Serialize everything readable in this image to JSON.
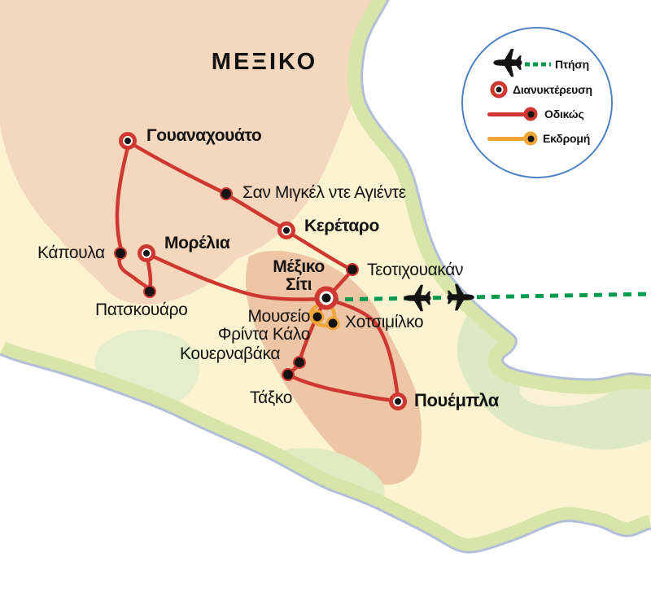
{
  "title": "ΜΕΞΙΚΟ",
  "legend": {
    "flight": "Πτήση",
    "overnight": "Διανυκτέρευση",
    "road": "Οδικώς",
    "excursion": "Εκδρομή"
  },
  "colors": {
    "route_red": "#cf3830",
    "excursion_orange": "#f1a63a",
    "flight_green": "#009a4d",
    "coastline_blue": "#b3bfd9",
    "legend_border_blue": "#4d82c4"
  },
  "places": {
    "guanajuato": {
      "label": "Γουαναχουάτο",
      "stop_type": "overnight"
    },
    "san_miguel": {
      "label": "Σαν Μιγκέλ ντε Αγιέντε",
      "stop_type": "road"
    },
    "queretaro": {
      "label": "Κερέταρο",
      "stop_type": "overnight"
    },
    "teotihuacan": {
      "label": "Τεοτιχουακάν",
      "stop_type": "road"
    },
    "mexico_city": {
      "lines": [
        "Μέξικο",
        "Σίτι"
      ],
      "stop_type": "overnight"
    },
    "morelia": {
      "label": "Μορέλια",
      "stop_type": "overnight"
    },
    "capula": {
      "label": "Κάπουλα",
      "stop_type": "road"
    },
    "patzcuaro": {
      "label": "Πατσκουάρο",
      "stop_type": "road"
    },
    "frida_kahlo": {
      "lines": [
        "Μουσείο",
        "Φρίντα Κάλο"
      ],
      "stop_type": "excursion"
    },
    "xochimilco": {
      "label": "Χοτσιμίλκο",
      "stop_type": "excursion"
    },
    "cuernavaca": {
      "label": "Κουερναβάκα",
      "stop_type": "road"
    },
    "taxco": {
      "label": "Τάξκο",
      "stop_type": "road"
    },
    "puebla": {
      "label": "Πουέμπλα",
      "stop_type": "overnight"
    }
  }
}
